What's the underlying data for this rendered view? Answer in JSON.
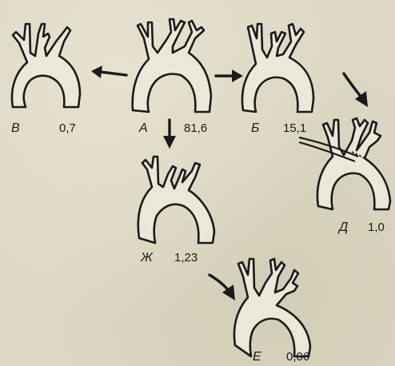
{
  "figures": [
    {
      "id": "A",
      "letter": "А",
      "value": "81,6"
    },
    {
      "id": "B",
      "letter": "Б",
      "value": "15,1"
    },
    {
      "id": "V",
      "letter": "В",
      "value": "0,7"
    },
    {
      "id": "D",
      "letter": "Д",
      "value": "1,0"
    },
    {
      "id": "Zh",
      "letter": "Ж",
      "value": "1,23"
    },
    {
      "id": "E",
      "letter": "Е",
      "value": "0,06"
    }
  ]
}
